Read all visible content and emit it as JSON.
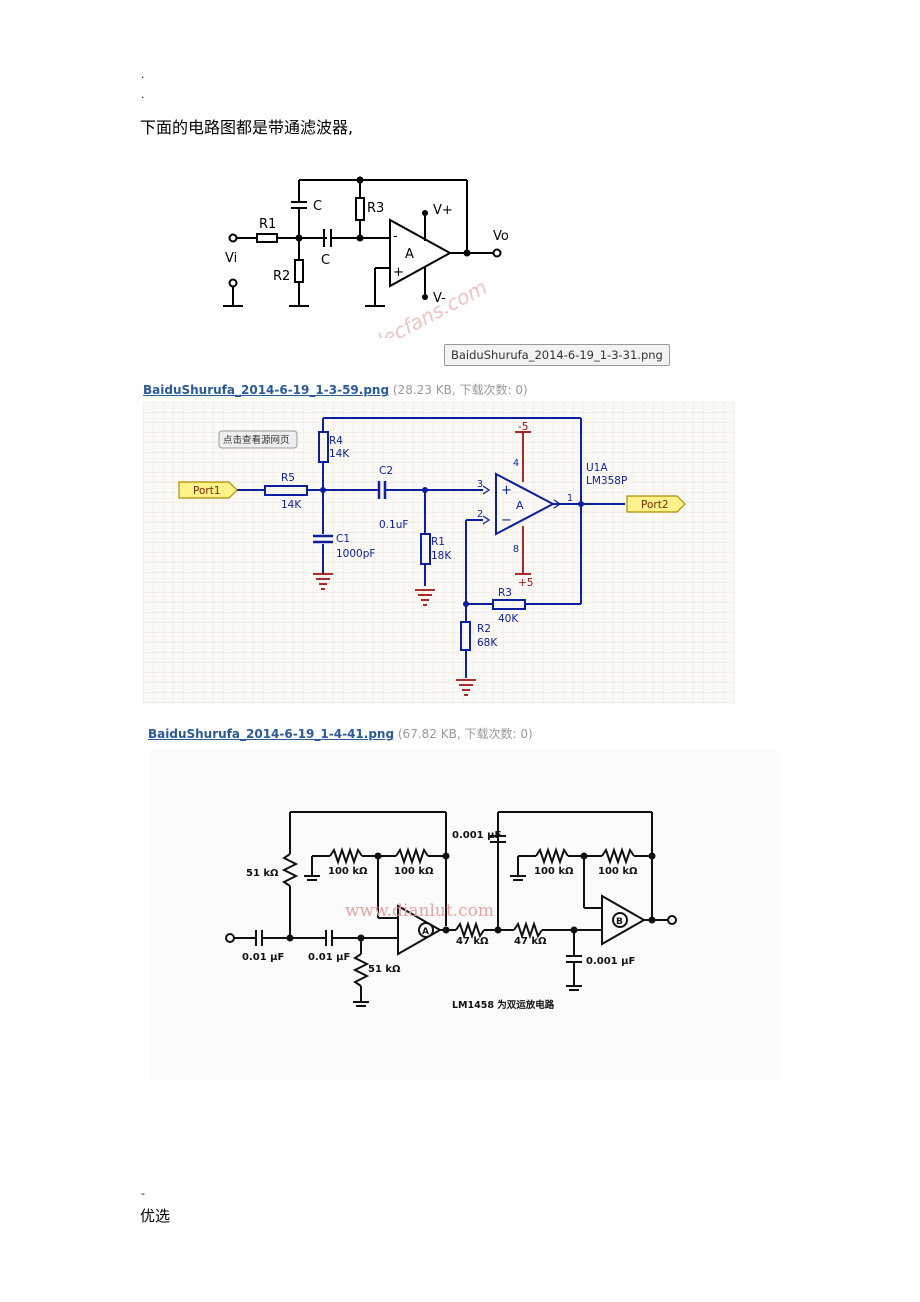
{
  "page": {
    "marker_top_1": "·",
    "marker_top_2": "·",
    "heading": "下面的电路图都是带通滤波器,",
    "marker_bottom": "-",
    "footer": "优选"
  },
  "figure1": {
    "labels": {
      "vi": "Vi",
      "r1": "R1",
      "r2": "R2",
      "r3": "R3",
      "c1": "C",
      "c2": "C",
      "amp": "A",
      "vplus": "V+",
      "vminus": "V-",
      "vo": "Vo",
      "minus": "-",
      "plus": "+"
    },
    "watermark": "elecfans.com",
    "tooltip": "BaiduShurufa_2014-6-19_1-3-31.png"
  },
  "caption1": {
    "filename": "BaiduShurufa_2014-6-19_1-3-59.png",
    "meta": "(28.23 KB, 下载次数: 0)"
  },
  "figure2": {
    "button": "点击查看源网页",
    "labels": {
      "port1": "Port1",
      "port2": "Port2",
      "r4": "R4",
      "r4v": "14K",
      "r5": "R5",
      "r5v": "14K",
      "c1": "C1",
      "c1v": "1000pF",
      "c2": "C2",
      "c2v": "0.1uF",
      "r1": "R1",
      "r1v": "18K",
      "r2": "R2",
      "r2v": "68K",
      "r3": "R3",
      "r3v": "40K",
      "u1a": "U1A",
      "part": "LM358P",
      "vneg": "-5",
      "vpos": "+5",
      "pin1": "1",
      "pin2": "2",
      "pin3": "3",
      "pin4": "4",
      "pin8": "8",
      "plus": "+",
      "minus": "−",
      "amp": "A"
    }
  },
  "caption2": {
    "filename": "BaiduShurufa_2014-6-19_1-4-41.png",
    "meta": "(67.82 KB, 下载次数: 0)"
  },
  "figure3": {
    "labels": {
      "r51a": "51 kΩ",
      "r100a": "100 kΩ",
      "r100b": "100 kΩ",
      "c001a": "0.01 μF",
      "c001b": "0.01 μF",
      "r51b": "51 kΩ",
      "r47a": "47 kΩ",
      "r47b": "47 kΩ",
      "c0001a": "0.001 μF",
      "r100c": "100 kΩ",
      "r100d": "100 kΩ",
      "c0001b": "0.001 μF",
      "ampA": "A",
      "ampB": "B",
      "note": "LM1458 为双运放电路"
    },
    "watermark": "www.dianlut.com"
  }
}
